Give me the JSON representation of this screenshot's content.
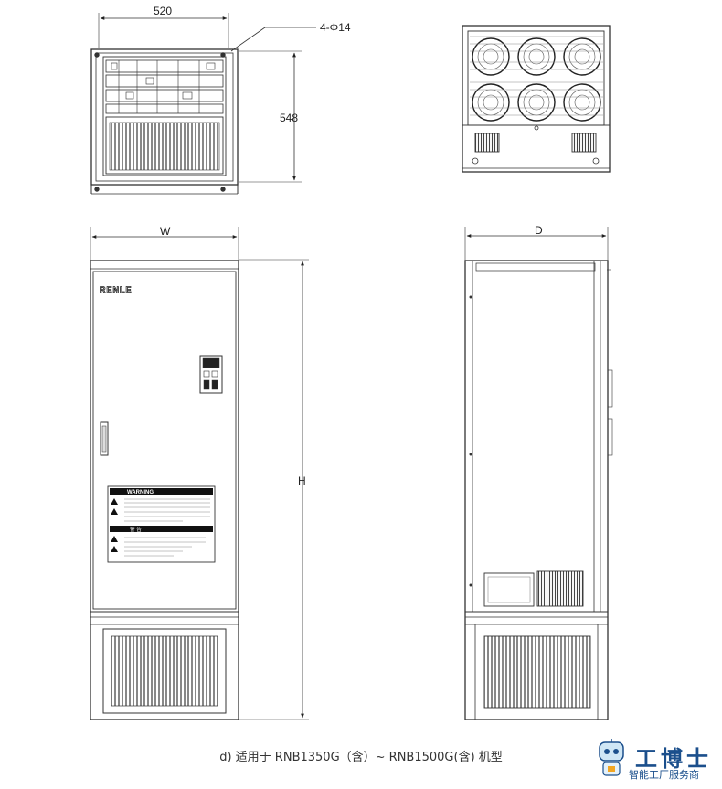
{
  "dimensions": {
    "top_width": "520",
    "hole_callout": "4-Φ14",
    "top_depth": "548",
    "front_width": "W",
    "side_depth": "D",
    "height": "H"
  },
  "brand_logo": "RENLE",
  "warning_label": {
    "header": "WARNING",
    "cn_header": "警 告"
  },
  "caption": "d) 适用于 RNB1350G（含）~ RNB1500G(含) 机型",
  "watermark": {
    "title": "工博士",
    "subtitle": "智能工厂服务商",
    "accent_color": "#1b4f8c"
  }
}
